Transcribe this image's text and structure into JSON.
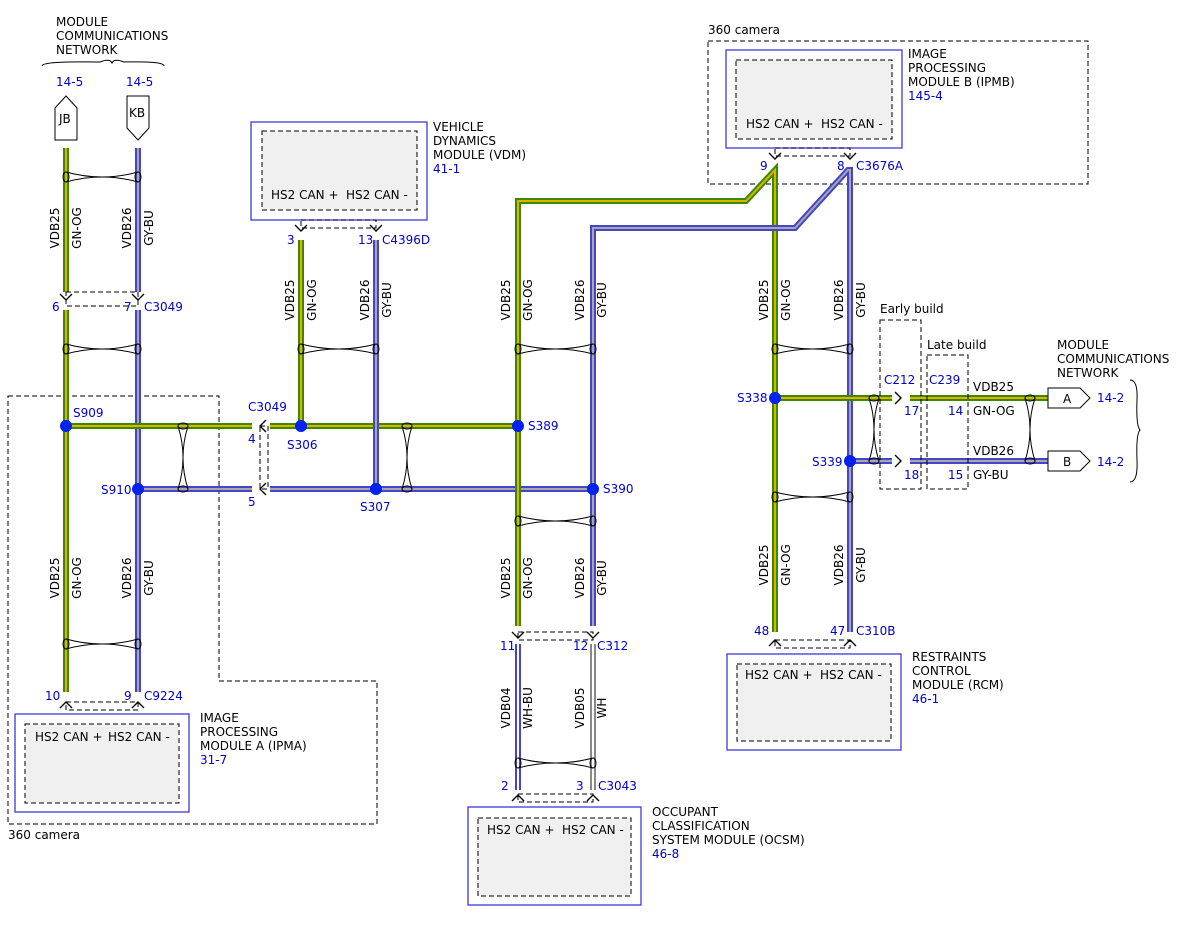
{
  "colors": {
    "gn_og_outer": "#3a8a00",
    "gn_og_inner": "#e0b000",
    "gy_bu_outer": "#4444cc",
    "gy_bu_inner": "#a8a8a8",
    "wh_bu_outer": "#4444cc",
    "wh_outer": "#888888",
    "module_border": "#3a3ad8",
    "module_fill": "#f0f0f0",
    "splice": "#0022ee",
    "pin_text": "#0000cc"
  },
  "network_top": {
    "title_l1": "MODULE",
    "title_l2": "COMMUNICATIONS",
    "title_l3": "NETWORK",
    "ref_jb": "14-5",
    "ref_kb": "14-5",
    "conn_jb": "JB",
    "conn_kb": "KB"
  },
  "network_right": {
    "title_l1": "MODULE",
    "title_l2": "COMMUNICATIONS",
    "title_l3": "NETWORK",
    "conn_a": "A",
    "conn_b": "B",
    "ref_a": "14-2",
    "ref_b": "14-2"
  },
  "modules": {
    "vdm": {
      "name_l1": "VEHICLE",
      "name_l2": "DYNAMICS",
      "name_l3": "MODULE (VDM)",
      "ref": "41-1",
      "can_plus": "HS2 CAN +",
      "can_minus": "HS2 CAN -",
      "pin_plus": "3",
      "pin_minus": "13",
      "connector": "C4396D"
    },
    "ipmb": {
      "group": "360 camera",
      "name_l1": "IMAGE",
      "name_l2": "PROCESSING",
      "name_l3": "MODULE B (IPMB)",
      "ref": "145-4",
      "can_plus": "HS2 CAN +",
      "can_minus": "HS2 CAN -",
      "pin_plus": "9",
      "pin_minus": "8",
      "connector": "C3676A"
    },
    "ipma": {
      "group": "360 camera",
      "name_l1": "IMAGE",
      "name_l2": "PROCESSING",
      "name_l3": "MODULE A (IPMA)",
      "ref": "31-7",
      "can_plus": "HS2 CAN +",
      "can_minus": "HS2 CAN -",
      "pin_plus": "10",
      "pin_minus": "9",
      "connector": "C9224"
    },
    "ocsm": {
      "name_l1": "OCCUPANT",
      "name_l2": "CLASSIFICATION",
      "name_l3": "SYSTEM MODULE (OCSM)",
      "ref": "46-8",
      "can_plus": "HS2 CAN +",
      "can_minus": "HS2 CAN -",
      "pin_plus": "2",
      "pin_minus": "3",
      "connector": "C3043"
    },
    "rcm": {
      "name_l1": "RESTRAINTS",
      "name_l2": "CONTROL",
      "name_l3": "MODULE (RCM)",
      "ref": "46-1",
      "can_plus": "HS2 CAN +",
      "can_minus": "HS2 CAN -",
      "pin_plus": "48",
      "pin_minus": "47",
      "connector": "C310B"
    }
  },
  "circuits": {
    "vdb25": "VDB25",
    "vdb26": "VDB26",
    "vdb04": "VDB04",
    "vdb05": "VDB05",
    "gn_og": "GN-OG",
    "gy_bu": "GY-BU",
    "wh_bu": "WH-BU",
    "wh": "WH"
  },
  "connectors": {
    "c3049_top": {
      "pin_a": "6",
      "pin_b": "7",
      "name": "C3049"
    },
    "c3049_mid": {
      "name": "C3049",
      "pin_a": "4",
      "pin_b": "5"
    },
    "c312": {
      "pin_a": "11",
      "pin_b": "12",
      "name": "C312"
    },
    "c212": {
      "name": "C212",
      "pin_a": "17",
      "pin_b": "18",
      "build": "Early build"
    },
    "c239": {
      "name": "C239",
      "pin_a": "14",
      "pin_b": "15",
      "build": "Late build"
    }
  },
  "splices": {
    "s909": "S909",
    "s910": "S910",
    "s306": "S306",
    "s307": "S307",
    "s389": "S389",
    "s390": "S390",
    "s338": "S338",
    "s339": "S339"
  }
}
